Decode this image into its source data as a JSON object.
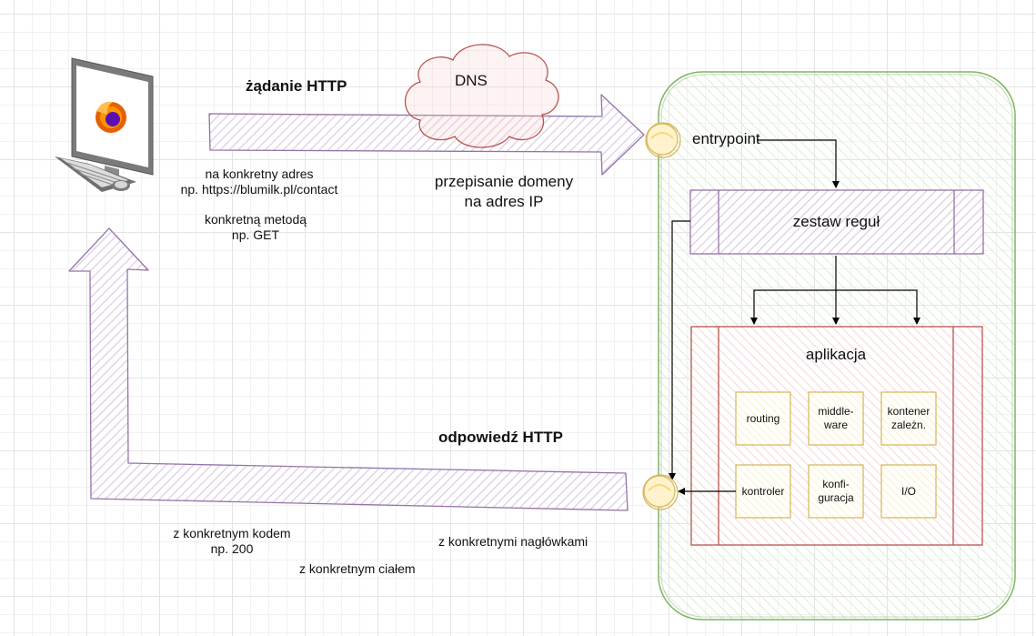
{
  "request": {
    "title": "żądanie HTTP",
    "address_line1": "na konkretny adres",
    "address_line2": "np. https://blumilk.pl/contact",
    "method_line1": "konkretną metodą",
    "method_line2": "np. GET"
  },
  "dns": {
    "label": "DNS",
    "note_line1": "przepisanie domeny",
    "note_line2": "na adres IP"
  },
  "server": {
    "entrypoint": "entrypoint",
    "rules": "zestaw reguł",
    "app": "aplikacja",
    "modules": {
      "routing": "routing",
      "middleware_line1": "middle-",
      "middleware_line2": "ware",
      "container_line1": "kontener",
      "container_line2": "zależn.",
      "controller": "kontroler",
      "config_line1": "konfi-",
      "config_line2": "guracja",
      "io": "I/O"
    }
  },
  "response": {
    "title": "odpowiedź HTTP",
    "code_line1": "z konkretnym kodem",
    "code_line2": "np. 200",
    "body": "z konkretnym ciałem",
    "headers": "z konkretnymi nagłówkami"
  },
  "colors": {
    "purple": "#9673a6",
    "green": "#82b366",
    "red": "#b85450",
    "yellow": "#d6b656"
  }
}
